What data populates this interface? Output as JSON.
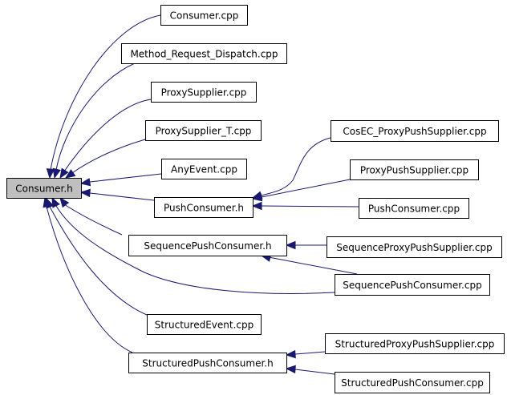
{
  "graph": {
    "title": "Consumer.h include dependency graph",
    "edge_color": "#191970",
    "root_fill": "#bfbfbf",
    "nodes": [
      {
        "id": "consumer_h",
        "label": "Consumer.h",
        "root": true
      },
      {
        "id": "consumer_cpp",
        "label": "Consumer.cpp"
      },
      {
        "id": "method_request_dispatch_cpp",
        "label": "Method_Request_Dispatch.cpp"
      },
      {
        "id": "proxysupplier_cpp",
        "label": "ProxySupplier.cpp"
      },
      {
        "id": "proxysupplier_t_cpp",
        "label": "ProxySupplier_T.cpp"
      },
      {
        "id": "anyevent_cpp",
        "label": "AnyEvent.cpp"
      },
      {
        "id": "pushconsumer_h",
        "label": "PushConsumer.h"
      },
      {
        "id": "cosec_proxypushsupplier_cpp",
        "label": "CosEC_ProxyPushSupplier.cpp"
      },
      {
        "id": "proxypushsupplier_cpp",
        "label": "ProxyPushSupplier.cpp"
      },
      {
        "id": "pushconsumer_cpp",
        "label": "PushConsumer.cpp"
      },
      {
        "id": "sequencepushconsumer_h",
        "label": "SequencePushConsumer.h"
      },
      {
        "id": "sequenceproxypushsupplier_cpp",
        "label": "SequenceProxyPushSupplier.cpp"
      },
      {
        "id": "sequencepushconsumer_cpp",
        "label": "SequencePushConsumer.cpp"
      },
      {
        "id": "structuredevent_cpp",
        "label": "StructuredEvent.cpp"
      },
      {
        "id": "structuredproxypushsupplier_cpp",
        "label": "StructuredProxyPushSupplier.cpp"
      },
      {
        "id": "structuredpushconsumer_h",
        "label": "StructuredPushConsumer.h"
      },
      {
        "id": "structuredpushconsumer_cpp",
        "label": "StructuredPushConsumer.cpp"
      }
    ],
    "edges": [
      {
        "from": "consumer_cpp",
        "to": "consumer_h"
      },
      {
        "from": "method_request_dispatch_cpp",
        "to": "consumer_h"
      },
      {
        "from": "proxysupplier_cpp",
        "to": "consumer_h"
      },
      {
        "from": "proxysupplier_t_cpp",
        "to": "consumer_h"
      },
      {
        "from": "anyevent_cpp",
        "to": "consumer_h"
      },
      {
        "from": "pushconsumer_h",
        "to": "consumer_h"
      },
      {
        "from": "sequencepushconsumer_h",
        "to": "consumer_h"
      },
      {
        "from": "sequencepushconsumer_cpp",
        "to": "consumer_h"
      },
      {
        "from": "structuredevent_cpp",
        "to": "consumer_h"
      },
      {
        "from": "structuredpushconsumer_h",
        "to": "consumer_h"
      },
      {
        "from": "cosec_proxypushsupplier_cpp",
        "to": "pushconsumer_h"
      },
      {
        "from": "proxypushsupplier_cpp",
        "to": "pushconsumer_h"
      },
      {
        "from": "pushconsumer_cpp",
        "to": "pushconsumer_h"
      },
      {
        "from": "sequenceproxypushsupplier_cpp",
        "to": "sequencepushconsumer_h"
      },
      {
        "from": "sequencepushconsumer_cpp",
        "to": "sequencepushconsumer_h"
      },
      {
        "from": "structuredproxypushsupplier_cpp",
        "to": "structuredpushconsumer_h"
      },
      {
        "from": "structuredpushconsumer_cpp",
        "to": "structuredpushconsumer_h"
      }
    ]
  }
}
